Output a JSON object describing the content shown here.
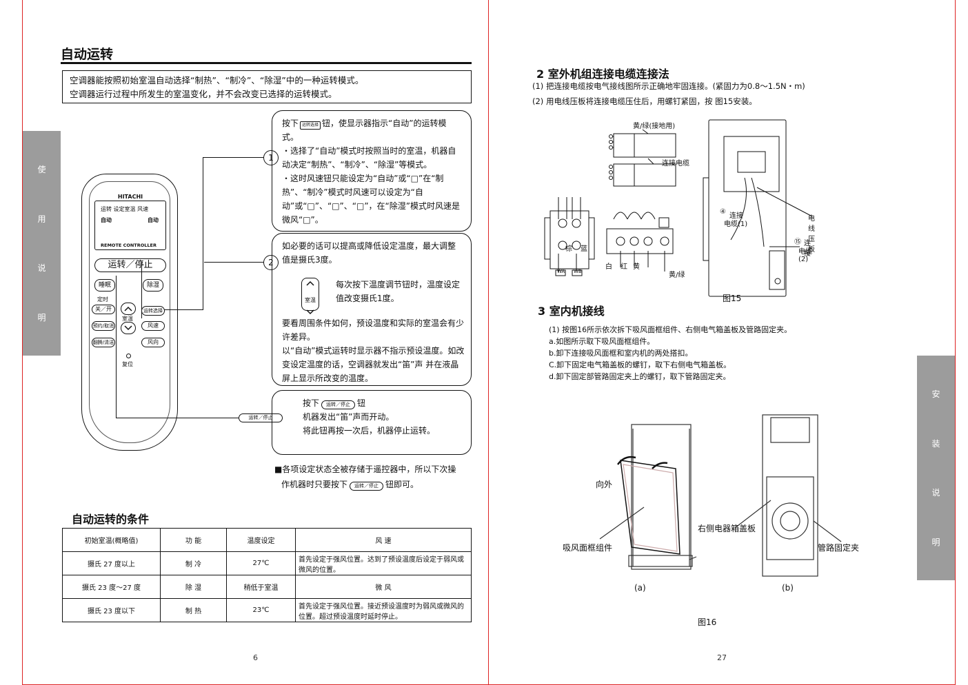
{
  "left_page": {
    "title": "自动运转",
    "intro": [
      "空调器能按照初始室温自动选择“制热”、“制冷”、“除湿”中的一种运转模式。",
      "空调器运行过程中所发生的室温变化，并不会改变已选择的运转模式。"
    ],
    "side_tab": [
      "使",
      "用",
      "说",
      "明"
    ],
    "remote": {
      "brand": "HITACHI",
      "screen_labels": "运转  设定室温  风速",
      "screen_left": "自动",
      "screen_right": "自动",
      "screen_footer": "REMOTE CONTROLLER",
      "run_stop": "运转／停止",
      "sleep": "睡眠",
      "dehumidify": "除湿",
      "timer": "定时",
      "on_off": "关／开",
      "reserve_cancel": "预约/取消",
      "sweep": "翻腾/清洁",
      "temp": "室温",
      "mode_select": "运转选择",
      "fan_speed": "风速",
      "fan_dir": "风向",
      "reset": "复位"
    },
    "callout1": {
      "number": "1",
      "text1": "按下",
      "button": "运转选择",
      "text2": "钮，使显示器指示“自动”的运转模式。",
      "bullet1": "・选择了“自动”模式时按照当时的室温，机器自动决定“制热”、“制冷”、“除湿”等模式。",
      "bullet2": "・这时风速钮只能设定为“自动”或“□”在“制热”、“制冷”模式时风速可以设定为“自动”或“□”、“□”、“□”，在“除湿”模式时风速是微风“□”。"
    },
    "callout2": {
      "number": "2",
      "text1": "如必要的话可以提高或降低设定温度，最大调整值是摄氏3度。",
      "temp_label": "室温",
      "text2": "每次按下温度调节钮时，温度设定值改变摄氏1度。",
      "text3": "要看周围条件如何，预设温度和实际的室温会有少许差异。",
      "text4": "以“自动”模式运转时显示器不指示预设温度。如改变设定温度的话，空调器就发出“笛”声 并在液晶屏上显示所改变的温度。"
    },
    "callout3": {
      "pointer_label": "运转／停止",
      "text1": "按下",
      "button": "运转／停止",
      "text1b": "钮",
      "text2": "机器发出“笛”声而开动。",
      "text3": "将此钮再按一次后，机器停止运转。"
    },
    "memory_note_1": "■各项设定状态全被存储于遥控器中，所以下次操",
    "memory_note_2a": "作机器时只要按下",
    "memory_note_button": "运转／停止",
    "memory_note_2b": "钮即可。",
    "conditions_title": "自动运转的条件",
    "table": {
      "headers": [
        "初始室温(概略值)",
        "功  能",
        "温度设定",
        "风     速"
      ],
      "rows": [
        [
          "摄氏 27 度以上",
          "制  冷",
          "27℃",
          "首先设定于强风位置。达到了预设温度后设定于弱风或微风的位置。"
        ],
        [
          "摄氏 23 度～27 度",
          "除  湿",
          "稍低于室温",
          "微   风"
        ],
        [
          "摄氏 23 度以下",
          "制  热",
          "23℃",
          "首先设定于强风位置。接近预设温度时为弱风或微风的位置。超过预设温度时延时停止。"
        ]
      ]
    },
    "page_number": "6"
  },
  "right_page": {
    "section2_title": "2  室外机组连接电缆连接法",
    "section2_items": [
      "(1) 把连接电缆按电气接线图所示正确地牢固连接。(紧固力为0.8～1.5N・m)",
      "(2) 用电线压板将连接电缆压住后，用螺钉紧固，按 图15安装。"
    ],
    "fig15_labels": {
      "ground": "黄/绿(接地用)",
      "cable": "连接电缆",
      "brown": "棕",
      "blue": "蓝",
      "wa": "WA",
      "wb": "WB",
      "white": "白",
      "red": "红",
      "yellow": "黄",
      "yg": "黄/绿",
      "conn1_num": "④",
      "conn1": "连接",
      "conn1b": "电缆(1)",
      "clamp": "电线压板",
      "conn2_num": "⑮",
      "conn2": "连接",
      "conn2b": "电缆(2)",
      "caption": "图15"
    },
    "section3_title": "3  室内机接线",
    "section3_items": [
      "(1) 按图16所示依次拆下吸风面框组件、右侧电气箱盖板及管路固定夹。",
      "a.如图所示取下吸风面框组件。",
      "b.卸下连接吸风面框和室内机的两处搭扣。",
      "C.卸下固定电气箱盖板的螺钉，取下右侧电气箱盖板。",
      "d.卸下固定部管路固定夹上的螺钉，取下管路固定夹。"
    ],
    "fig16_labels": {
      "outward": "向外",
      "panel": "吸风面框组件",
      "box_cover": "右侧电器箱盖板",
      "pipe_clip": "管路固定夹",
      "a": "(a)",
      "b": "(b)",
      "caption": "图16"
    },
    "side_tab": [
      "安",
      "装",
      "说",
      "明"
    ],
    "page_number": "27"
  }
}
